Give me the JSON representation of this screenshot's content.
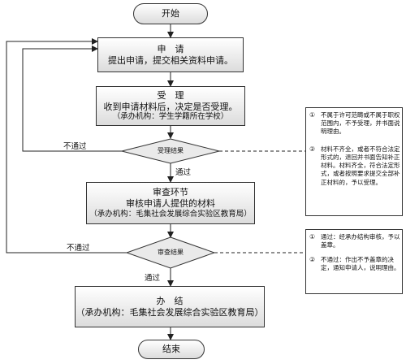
{
  "start": "开始",
  "apply": {
    "title": "申　请",
    "body": "提出申请，提交相关资料申请。"
  },
  "accept": {
    "title": "受　理",
    "line1": "收到申请材料后，决定是否受理。",
    "line2": "（承办机构：学生学籍所在学校）"
  },
  "accept_decision": "受理结果",
  "review": {
    "title": "审查环节",
    "line1": "审核申请人提供的材料",
    "line2": "（承办机构：毛集社会发展综合实验区教育局）"
  },
  "review_decision": "审查结果",
  "finish": {
    "title": "办　结",
    "line1": "（承办机构：毛集社会发展综合实验区教育局）"
  },
  "end": "结束",
  "labels": {
    "fail1": "不通过",
    "pass1": "通过",
    "fail2": "不通过",
    "pass2": "通过"
  },
  "note1": {
    "n1": "①",
    "item1": "不属于许可范畴或不属于职权范围内，不予受理，并书面说明理由。",
    "n2": "②",
    "item2": "材料不齐全，或者不符合法定形式的，退回并书面告知补正材料。材料齐全，符合法定形式，或者按照要求提交全部补正材料的，予以受理。"
  },
  "note2": {
    "n1": "①",
    "item1": "通过：经承办结构审核，予以盖章。",
    "n2": "②",
    "item2": "不通过：作出不予盖章的决定，通知申请人，说明理由。"
  }
}
